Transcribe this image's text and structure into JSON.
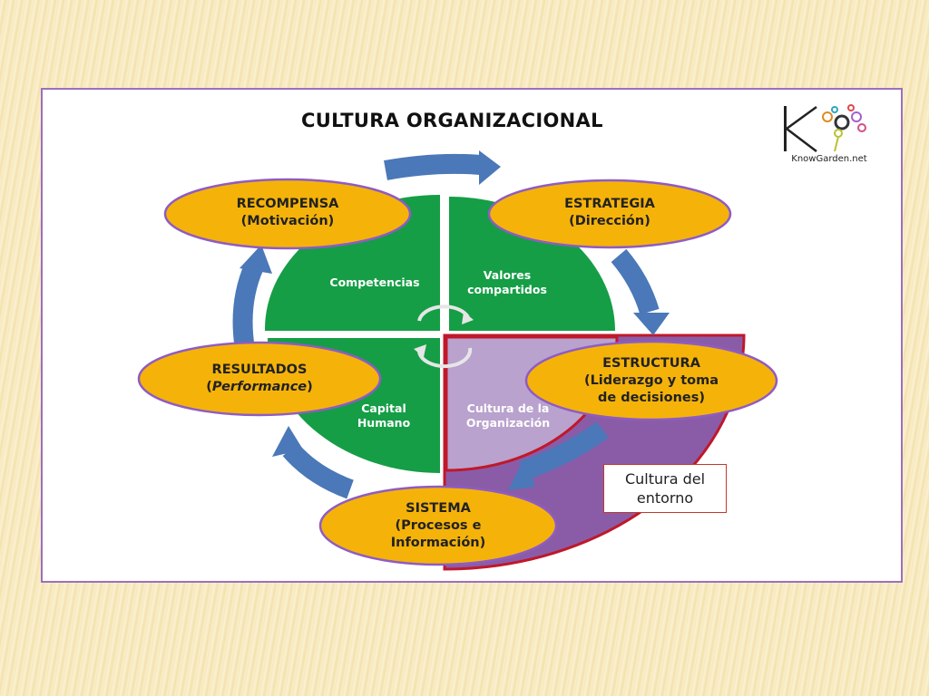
{
  "title": "CULTURA ORGANIZACIONAL",
  "logo": {
    "brand_text": "KnowGarden.net"
  },
  "sectors": {
    "competencias": "Competencias",
    "valores": [
      "Valores",
      "compartidos"
    ],
    "capital": [
      "Capital",
      "Humano"
    ],
    "cultura_org": [
      "Cultura de la",
      "Organización"
    ]
  },
  "ovals": {
    "recompensa": [
      "RECOMPENSA",
      "(Motivación)"
    ],
    "estrategia": [
      "ESTRATEGIA",
      "(Dirección)"
    ],
    "estructura": [
      "ESTRUCTURA",
      "(Liderazgo y toma",
      "de decisiones)"
    ],
    "sistema": [
      "SISTEMA",
      "(Procesos e",
      "Información)"
    ],
    "resultados": {
      "line1": "RESULTADOS",
      "open": "(",
      "italic": "Performance",
      "close": ")"
    }
  },
  "entorno": [
    "Cultura del",
    "entorno"
  ],
  "colors": {
    "green": "#159e46",
    "lavender": "#b9a2cd",
    "purple": "#8a5ca8",
    "red_outline": "#c0182a",
    "oval_fill": "#f5b30a",
    "oval_border": "#8e5cc4",
    "arrow_blue": "#4a78b8"
  }
}
